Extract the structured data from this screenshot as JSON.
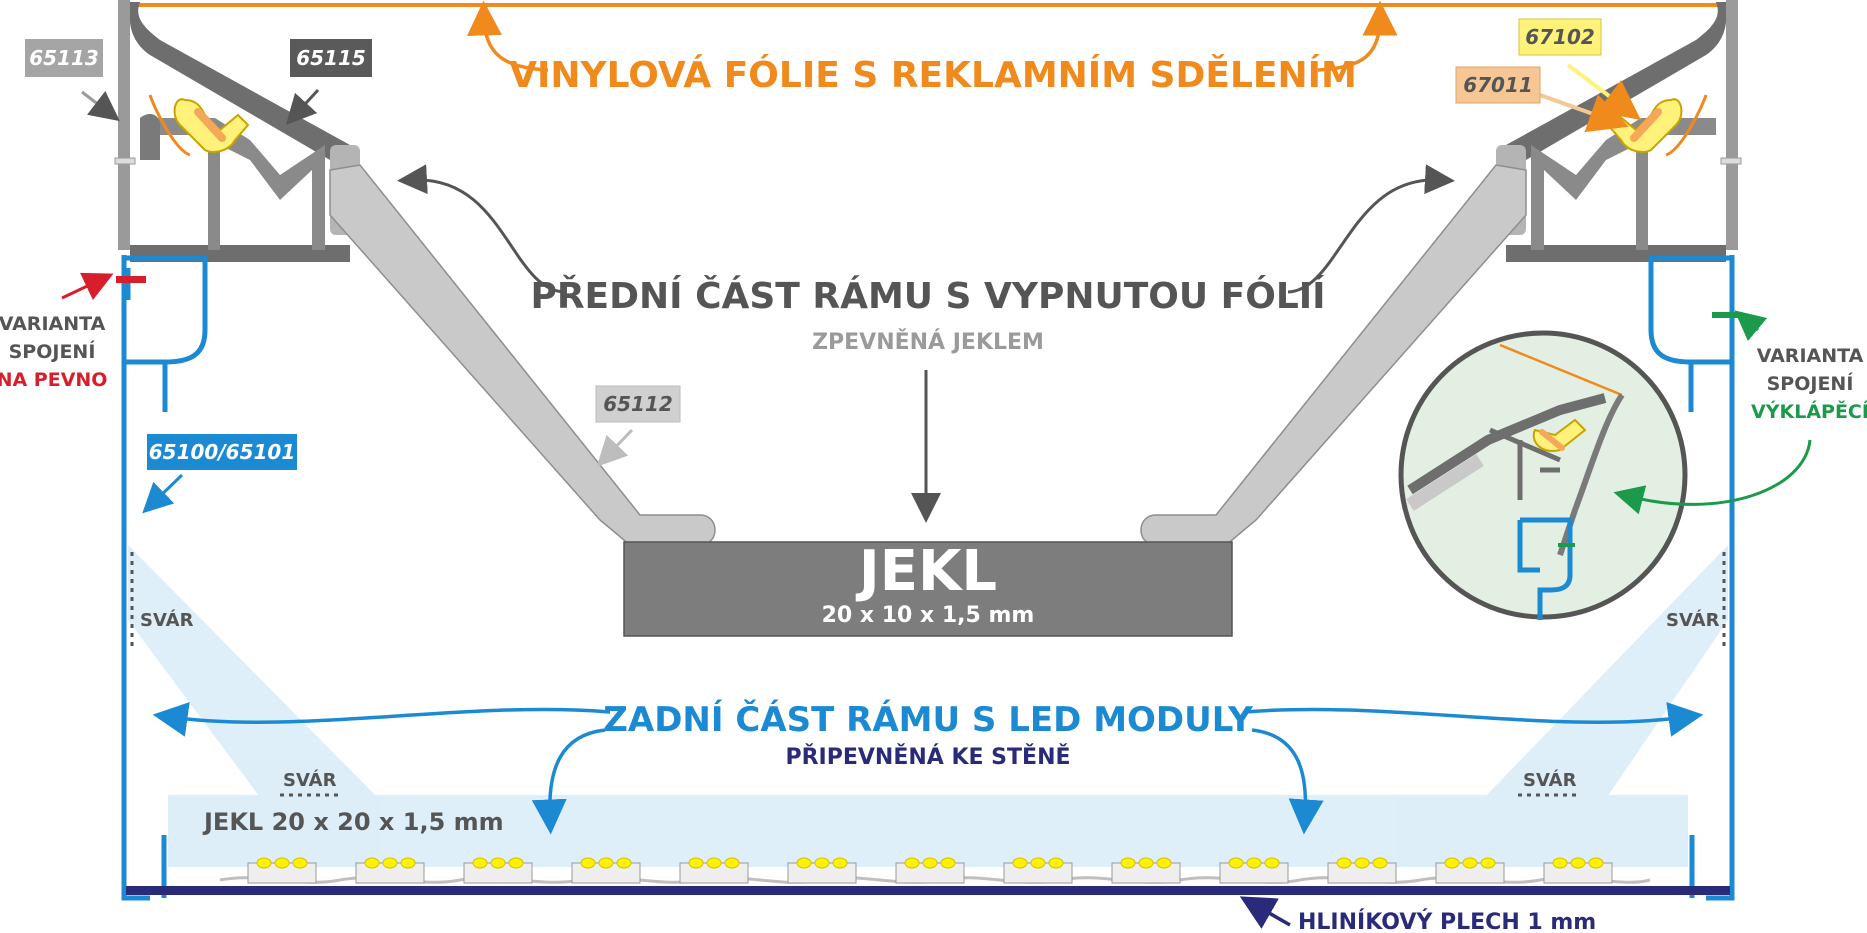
{
  "colors": {
    "orange": "#f08a1c",
    "grey_dark": "#555555",
    "grey_mid": "#7a7a7a",
    "grey_light": "#c9c9c9",
    "blue": "#1b8ad3",
    "navy": "#2a2a7a",
    "red": "#d81e2a",
    "green": "#1a9a4a",
    "light_blue": "#d8ecf8",
    "yellow": "#fff27a",
    "peach": "#f6c795"
  },
  "labels": {
    "vinyl": "VINYLOVÁ FÓLIE S REKLAMNÍM SDĚLENÍM",
    "front_frame": "PŘEDNÍ ČÁST RÁMU S VYPNUTOU FÓLIÍ",
    "front_frame_sub": "ZPEVNĚNÁ JEKLEM",
    "jekl_big": "JEKL",
    "jekl_big_dims": "20 x 10 x 1,5 mm",
    "back_frame": "ZADNÍ ČÁST RÁMU S LED MODULY",
    "back_frame_sub": "PŘIPEVNĚNÁ KE STĚNĚ",
    "jekl_bottom": "JEKL 20 x 20 x 1,5 mm",
    "sheet": "HLINÍKOVÝ PLECH 1 mm",
    "weld": "SVÁR",
    "variant_fixed_1": "VARIANTA",
    "variant_fixed_2": "SPOJENÍ",
    "variant_fixed_3": "NA PEVNO",
    "variant_tilt_1": "VARIANTA",
    "variant_tilt_2": "SPOJENÍ",
    "variant_tilt_3": "VÝKLÁPĚCÍ"
  },
  "codes": {
    "c65113": "65113",
    "c65115": "65115",
    "c65112": "65112",
    "c65100": "65100/65101",
    "c67102": "67102",
    "c67011": "67011"
  },
  "led_module_count": 13
}
